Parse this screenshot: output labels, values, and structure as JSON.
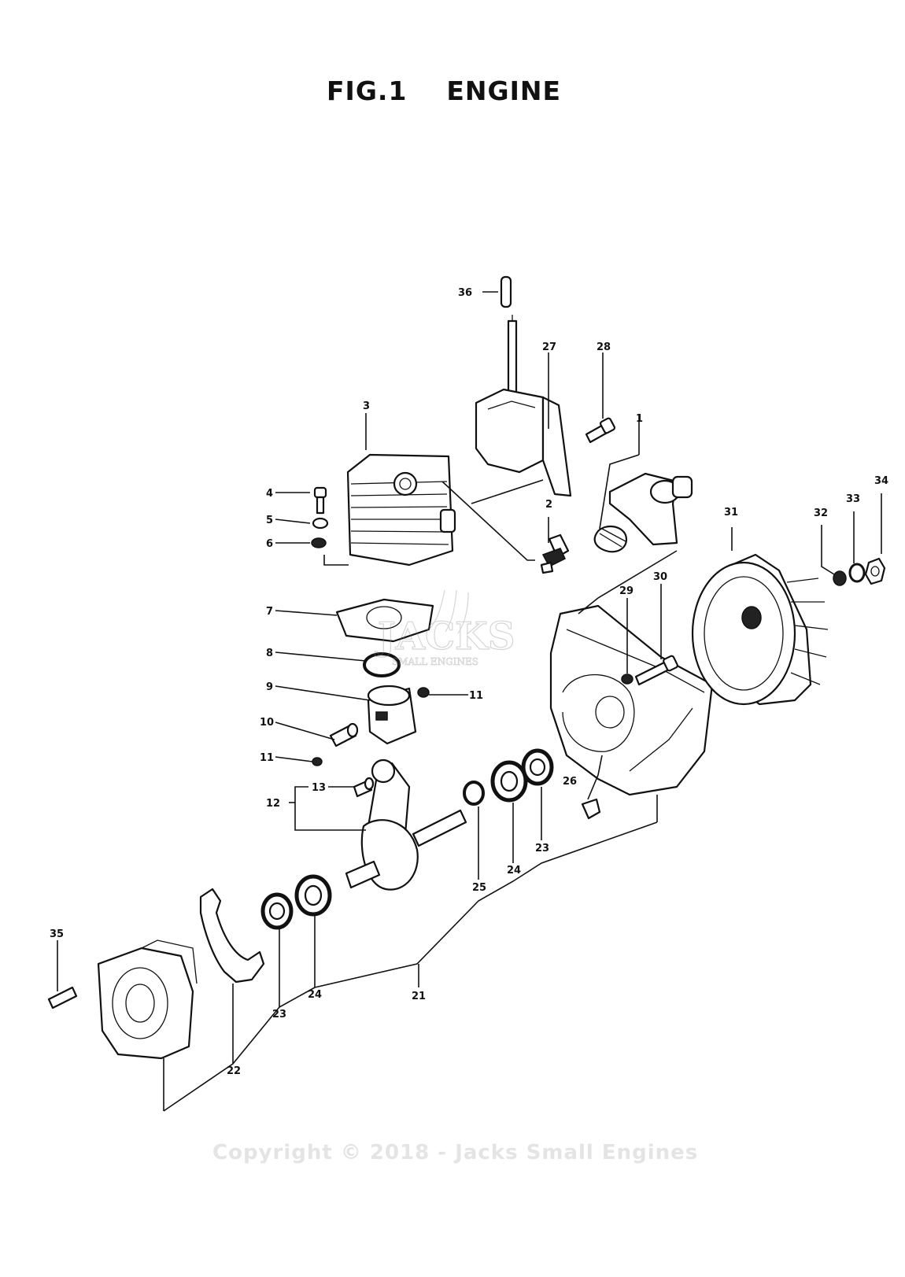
{
  "title": "FIG.1    ENGINE",
  "callouts": {
    "c1": "1",
    "c2": "2",
    "c3": "3",
    "c4": "4",
    "c5": "5",
    "c6": "6",
    "c7": "7",
    "c8": "8",
    "c9": "9",
    "c10": "10",
    "c11a": "11",
    "c11b": "11",
    "c12": "12",
    "c13": "13",
    "c21": "21",
    "c22": "22",
    "c23a": "23",
    "c23b": "23",
    "c24a": "24",
    "c24b": "24",
    "c25": "25",
    "c26": "26",
    "c27": "27",
    "c28": "28",
    "c29": "29",
    "c30": "30",
    "c31": "31",
    "c32": "32",
    "c33": "33",
    "c34": "34",
    "c35": "35",
    "c36": "36"
  },
  "watermark": {
    "logo_main": "JACKS",
    "logo_sub": "SMALL ENGINES",
    "copyright": "Copyright © 2018 - Jacks Small Engines"
  }
}
